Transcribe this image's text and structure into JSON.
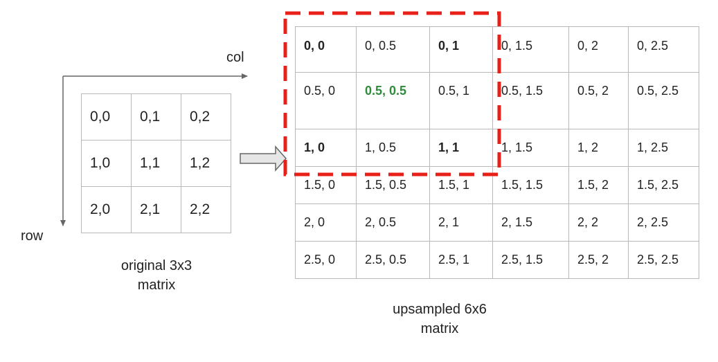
{
  "colors": {
    "axis": "#666666",
    "dash": "#e8201a",
    "highlight": "#2e8b3a",
    "grid": "#b8b8b8",
    "arrow_fill": "#e6e6e6"
  },
  "axes": {
    "col_label": "col",
    "row_label": "row"
  },
  "original": {
    "caption_line1": "original 3x3",
    "caption_line2": "matrix",
    "rows": [
      [
        "0,0",
        "0,1",
        "0,2"
      ],
      [
        "1,0",
        "1,1",
        "1,2"
      ],
      [
        "2,0",
        "2,1",
        "2,2"
      ]
    ]
  },
  "upsampled": {
    "caption_line1": "upsampled 6x6",
    "caption_line2": "matrix",
    "rows": [
      [
        "0, 0",
        "0, 0.5",
        "0, 1",
        "0, 1.5",
        "0, 2",
        "0, 2.5"
      ],
      [
        "0.5, 0",
        "0.5, 0.5",
        "0.5, 1",
        "0.5, 1.5",
        "0.5, 2",
        "0.5, 2.5"
      ],
      [
        "1, 0",
        "1, 0.5",
        "1, 1",
        "1, 1.5",
        "1, 2",
        "1, 2.5"
      ],
      [
        "1.5, 0",
        "1.5, 0.5",
        "1.5, 1",
        "1.5, 1.5",
        "1.5, 2",
        "1.5, 2.5"
      ],
      [
        "2, 0",
        "2, 0.5",
        "2, 1",
        "2, 1.5",
        "2, 2",
        "2, 2.5"
      ],
      [
        "2.5, 0",
        "2.5, 0.5",
        "2.5, 1",
        "2.5, 1.5",
        "2.5, 2",
        "2.5, 2.5"
      ]
    ],
    "bold_cells": [
      "0.0",
      "0.2",
      "2.0",
      "2.2"
    ],
    "highlight_cell": "1.1"
  }
}
